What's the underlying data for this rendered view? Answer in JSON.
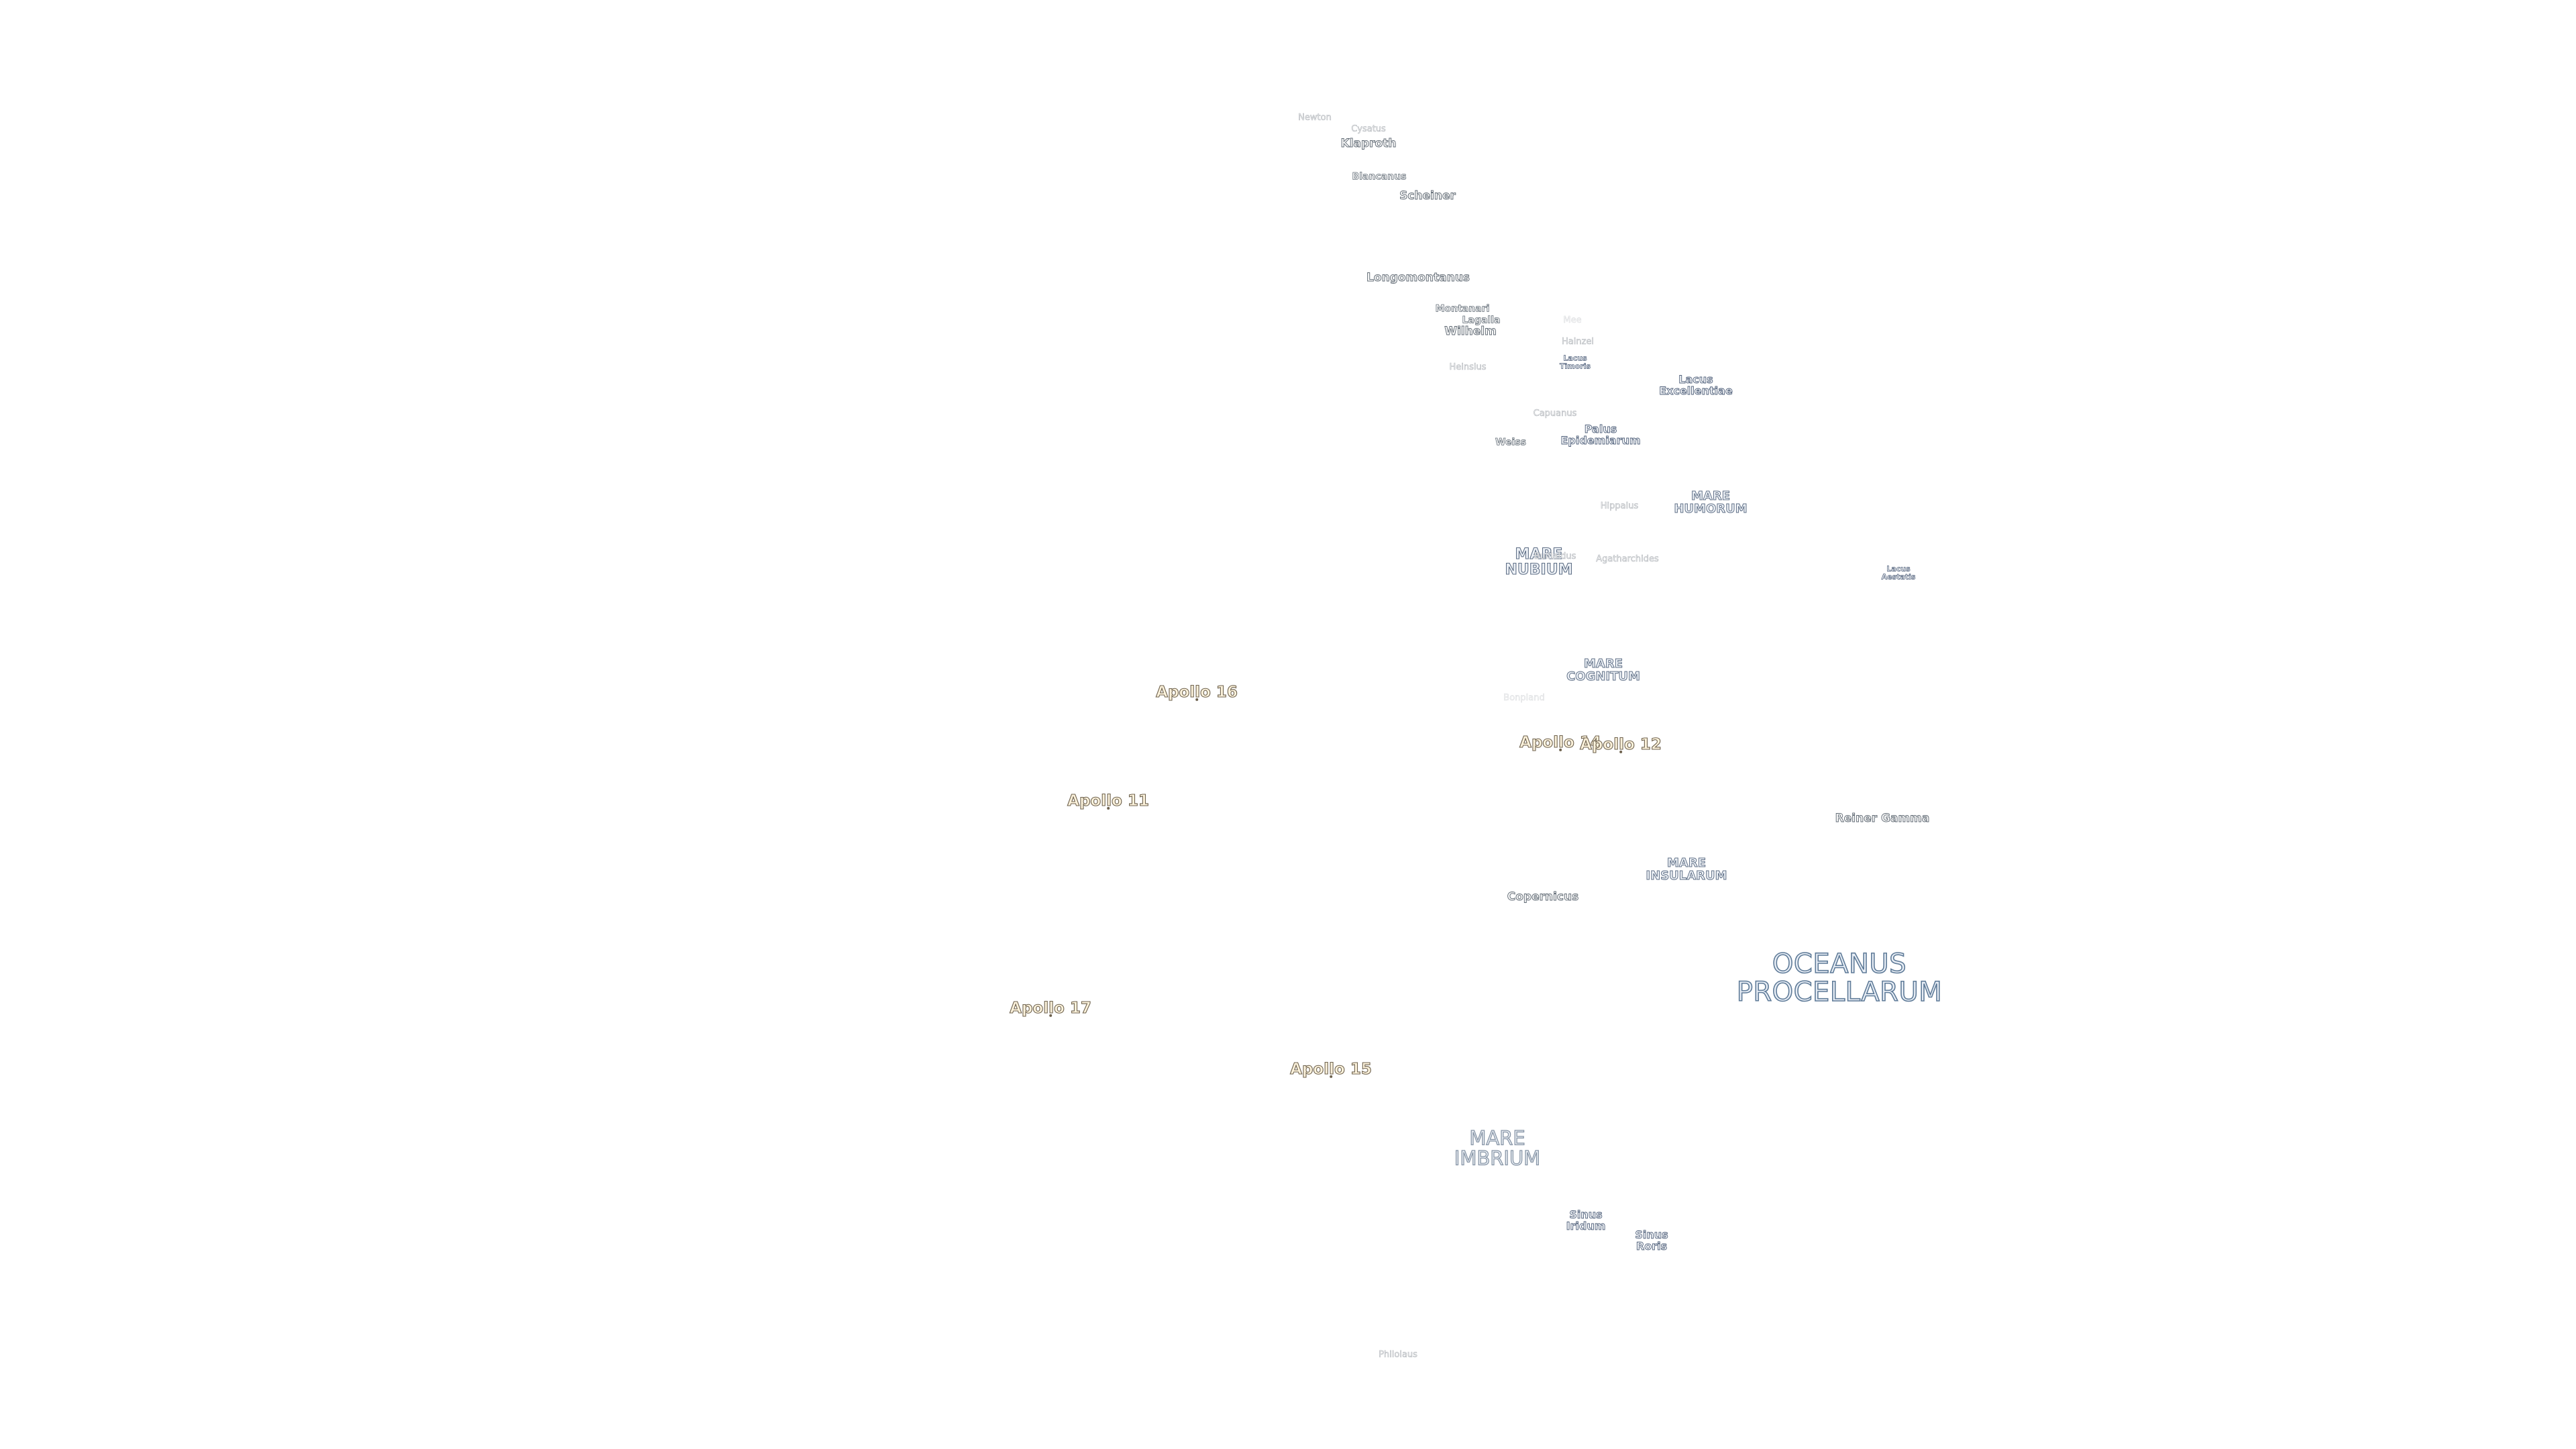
{
  "map": {
    "labels": [
      {
        "id": "newton",
        "lines": [
          "Newton"
        ],
        "cls": "faint"
      },
      {
        "id": "cysatus",
        "lines": [
          "Cysatus"
        ],
        "cls": "faint"
      },
      {
        "id": "klaproth",
        "lines": [
          "Klaproth"
        ],
        "cls": "crater"
      },
      {
        "id": "blancanus",
        "lines": [
          "Blancanus"
        ],
        "cls": "crater-s"
      },
      {
        "id": "scheiner",
        "lines": [
          "Scheiner"
        ],
        "cls": "crater"
      },
      {
        "id": "longomontanus",
        "lines": [
          "Longomontanus"
        ],
        "cls": "crater"
      },
      {
        "id": "montanari",
        "lines": [
          "Montanari"
        ],
        "cls": "crater-s"
      },
      {
        "id": "lagalla",
        "lines": [
          "Lagalla"
        ],
        "cls": "crater-s"
      },
      {
        "id": "wilhelm",
        "lines": [
          "Wilhelm"
        ],
        "cls": "crater"
      },
      {
        "id": "mee",
        "lines": [
          "Mee"
        ],
        "cls": "faint-x"
      },
      {
        "id": "hainzel",
        "lines": [
          "Hainzel"
        ],
        "cls": "faint"
      },
      {
        "id": "heinsius",
        "lines": [
          "Heinsius"
        ],
        "cls": "faint"
      },
      {
        "id": "lacus-timoris",
        "lines": [
          "Lacus",
          "Timoris"
        ],
        "cls": "lake-xs"
      },
      {
        "id": "lacus-excellentiae",
        "lines": [
          "Lacus",
          "Excellentiae"
        ],
        "cls": "lake"
      },
      {
        "id": "capuanus",
        "lines": [
          "Capuanus"
        ],
        "cls": "faint"
      },
      {
        "id": "palus-epidemiarum",
        "lines": [
          "Palus",
          "Epidemiarum"
        ],
        "cls": "lake"
      },
      {
        "id": "weiss",
        "lines": [
          "Weiss"
        ],
        "cls": "crater-s"
      },
      {
        "id": "hippalus",
        "lines": [
          "Hippalus"
        ],
        "cls": "faint"
      },
      {
        "id": "mare-humorum",
        "lines": [
          "MARE",
          "HUMORUM"
        ],
        "cls": "mare-s"
      },
      {
        "id": "mare-nubium",
        "lines": [
          "MARE",
          "NUBIUM"
        ],
        "cls": "mare-m"
      },
      {
        "id": "bullialdus",
        "lines": [
          "Bullialdus"
        ],
        "cls": "faint"
      },
      {
        "id": "agatharchides",
        "lines": [
          "Agatharchides"
        ],
        "cls": "faint"
      },
      {
        "id": "lacus-aestatis",
        "lines": [
          "Lacus",
          "Aestatis"
        ],
        "cls": "lake-xs"
      },
      {
        "id": "mare-cognitum",
        "lines": [
          "MARE",
          "COGNITUM"
        ],
        "cls": "mare-s"
      },
      {
        "id": "bonpland",
        "lines": [
          "Bonpland"
        ],
        "cls": "faint-x"
      },
      {
        "id": "reiner-gamma",
        "lines": [
          "Reiner Gamma"
        ],
        "cls": "crater"
      },
      {
        "id": "mare-insularum",
        "lines": [
          "MARE",
          "INSULARUM"
        ],
        "cls": "mare-s"
      },
      {
        "id": "copernicus",
        "lines": [
          "Copernicus"
        ],
        "cls": "crater"
      },
      {
        "id": "oceanus-procellarum",
        "lines": [
          "OCEANUS",
          "PROCELLARUM"
        ],
        "cls": "mare-xl"
      },
      {
        "id": "mare-imbrium",
        "lines": [
          "MARE",
          "IMBRIUM"
        ],
        "cls": "mare-l"
      },
      {
        "id": "sinus-iridum",
        "lines": [
          "Sinus",
          "Iridum"
        ],
        "cls": "lake"
      },
      {
        "id": "sinus-roris",
        "lines": [
          "Sinus",
          "Roris"
        ],
        "cls": "lake"
      },
      {
        "id": "philolaus",
        "lines": [
          "Philolaus"
        ],
        "cls": "faint"
      }
    ],
    "apollo_sites": [
      {
        "id": "apollo-16",
        "label": "Apollo 16"
      },
      {
        "id": "apollo-14",
        "label": "Apollo 14"
      },
      {
        "id": "apollo-12",
        "label": "Apollo 12"
      },
      {
        "id": "apollo-11",
        "label": "Apollo 11"
      },
      {
        "id": "apollo-17",
        "label": "Apollo 17"
      },
      {
        "id": "apollo-15",
        "label": "Apollo 15"
      }
    ]
  }
}
